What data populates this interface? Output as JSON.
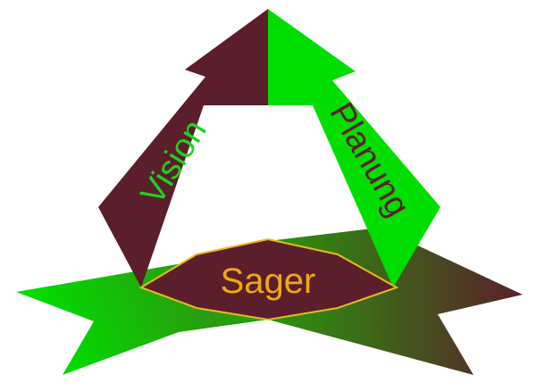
{
  "diagram": {
    "labels": {
      "left_arrow": "Vision",
      "right_arrow": "Planung",
      "center": "Sager"
    },
    "colors": {
      "maroon": "#5a1f2b",
      "green": "#00dd00",
      "green_dark": "#2f8a10",
      "center_border": "#e8b820",
      "center_text": "#f0a818",
      "left_text": "#1fd21f",
      "right_text": "#5a1f2b"
    }
  }
}
